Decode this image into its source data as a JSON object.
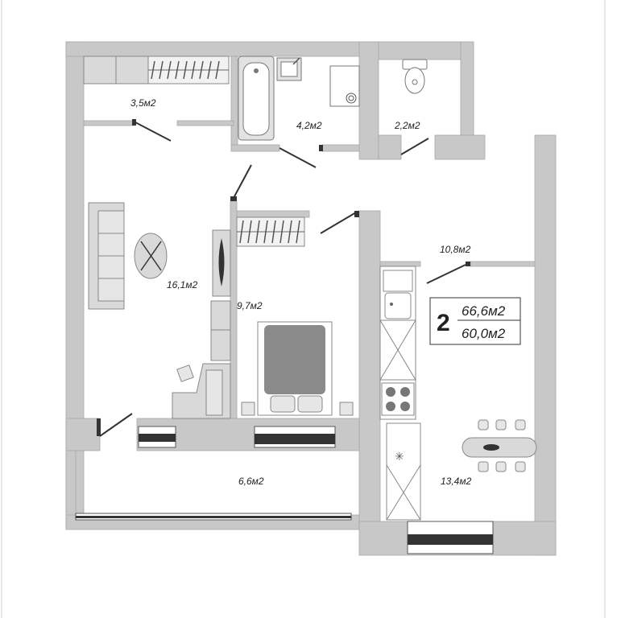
{
  "plan": {
    "rooms": [
      {
        "id": "hall",
        "area": "3,5м2"
      },
      {
        "id": "bathroom",
        "area": "4,2м2"
      },
      {
        "id": "toilet",
        "area": "2,2м2"
      },
      {
        "id": "living-room",
        "area": "16,1м2"
      },
      {
        "id": "bedroom",
        "area": "9,7м2"
      },
      {
        "id": "corridor",
        "area": "10,8м2"
      },
      {
        "id": "kitchen",
        "area": "13,4м2"
      },
      {
        "id": "balcony",
        "area": "6,6м2"
      }
    ],
    "summary": {
      "rooms_count": "2",
      "total_area": "66,6м2",
      "living_area": "60,0м2"
    },
    "colors": {
      "wall": "#c8c8c8",
      "wall_edge": "#9e9e9e",
      "furniture": "#d9d9d9",
      "bed": "#8a8a8a",
      "window_dark": "#333333"
    }
  }
}
